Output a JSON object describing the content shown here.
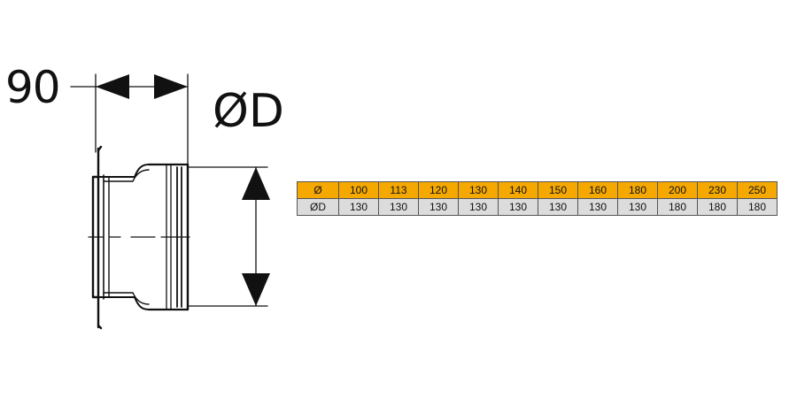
{
  "drawing": {
    "dimension_length": "90",
    "dimension_diameter": "ØD"
  },
  "table": {
    "inner_label": "Ø",
    "outer_label": "ØD",
    "inner_diameters": [
      "100",
      "113",
      "120",
      "130",
      "140",
      "150",
      "160",
      "180",
      "200",
      "230",
      "250"
    ],
    "outer_diameters": [
      "130",
      "130",
      "130",
      "130",
      "130",
      "130",
      "130",
      "130",
      "180",
      "180",
      "180"
    ],
    "colors": {
      "header_row": "#f5a800",
      "value_row": "#dcdcdc"
    }
  }
}
